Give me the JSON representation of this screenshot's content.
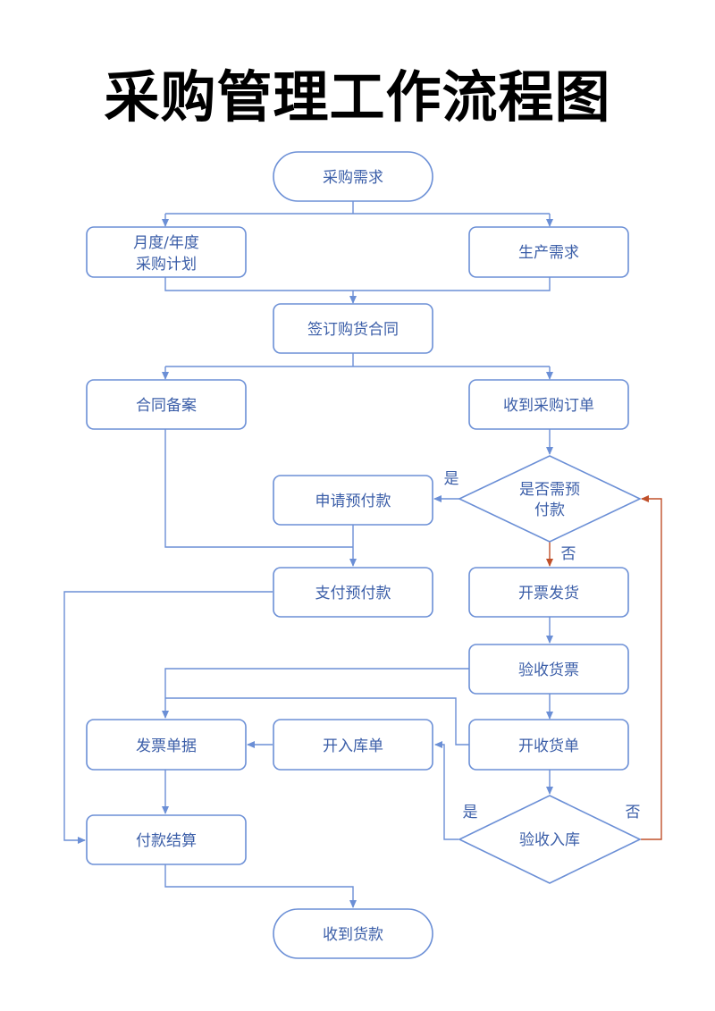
{
  "title": "采购管理工作流程图",
  "colors": {
    "node_stroke": "#6b8fd6",
    "node_text": "#3b5ea8",
    "red_connector": "#c0502a"
  },
  "nodes": {
    "demand": "采购需求",
    "plan_line1": "月度/年度",
    "plan_line2": "采购计划",
    "production": "生产需求",
    "contract": "签订购货合同",
    "filing": "合同备案",
    "order": "收到采购订单",
    "prepay_q_line1": "是否需预",
    "prepay_q_line2": "付款",
    "apply_prepay": "申请预付款",
    "pay_prepay": "支付预付款",
    "invoice_ship": "开票发货",
    "check_invoice": "验收货票",
    "receipt_note": "开收货单",
    "warehouse_note": "开入库单",
    "invoice_doc": "发票单据",
    "settlement": "付款结算",
    "accept_q": "验收入库",
    "collect": "收到货款"
  },
  "labels": {
    "yes": "是",
    "no": "否"
  }
}
